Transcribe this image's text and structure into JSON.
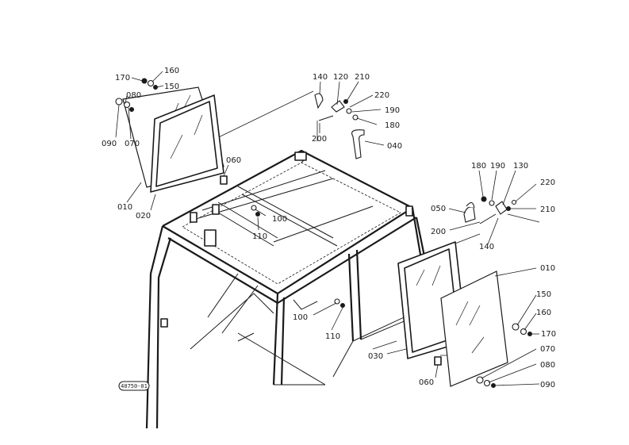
{
  "diagram": {
    "reference_code": "40750-01",
    "labels": {
      "l170a": "170",
      "l160a": "160",
      "l150a": "150",
      "l080a": "080",
      "l090a": "090",
      "l070a": "070",
      "l010a": "010",
      "l020a": "020",
      "l060a": "060",
      "l140a": "140",
      "l120a": "120",
      "l210a": "210",
      "l220a": "220",
      "l190a": "190",
      "l180a": "180",
      "l200a": "200",
      "l040": "040",
      "l100a": "100",
      "l110a": "110",
      "l180b": "180",
      "l190b": "190",
      "l130": "130",
      "l220b": "220",
      "l050": "050",
      "l210b": "210",
      "l200b": "200",
      "l140b": "140",
      "l010b": "010",
      "l150b": "150",
      "l160b": "160",
      "l170b": "170",
      "l100b": "100",
      "l110b": "110",
      "l030": "030",
      "l070b": "070",
      "l080b": "080",
      "l060b": "060",
      "l090b": "090"
    }
  },
  "colors": {
    "ink": "#1a1a1a",
    "paper": "#ffffff"
  }
}
